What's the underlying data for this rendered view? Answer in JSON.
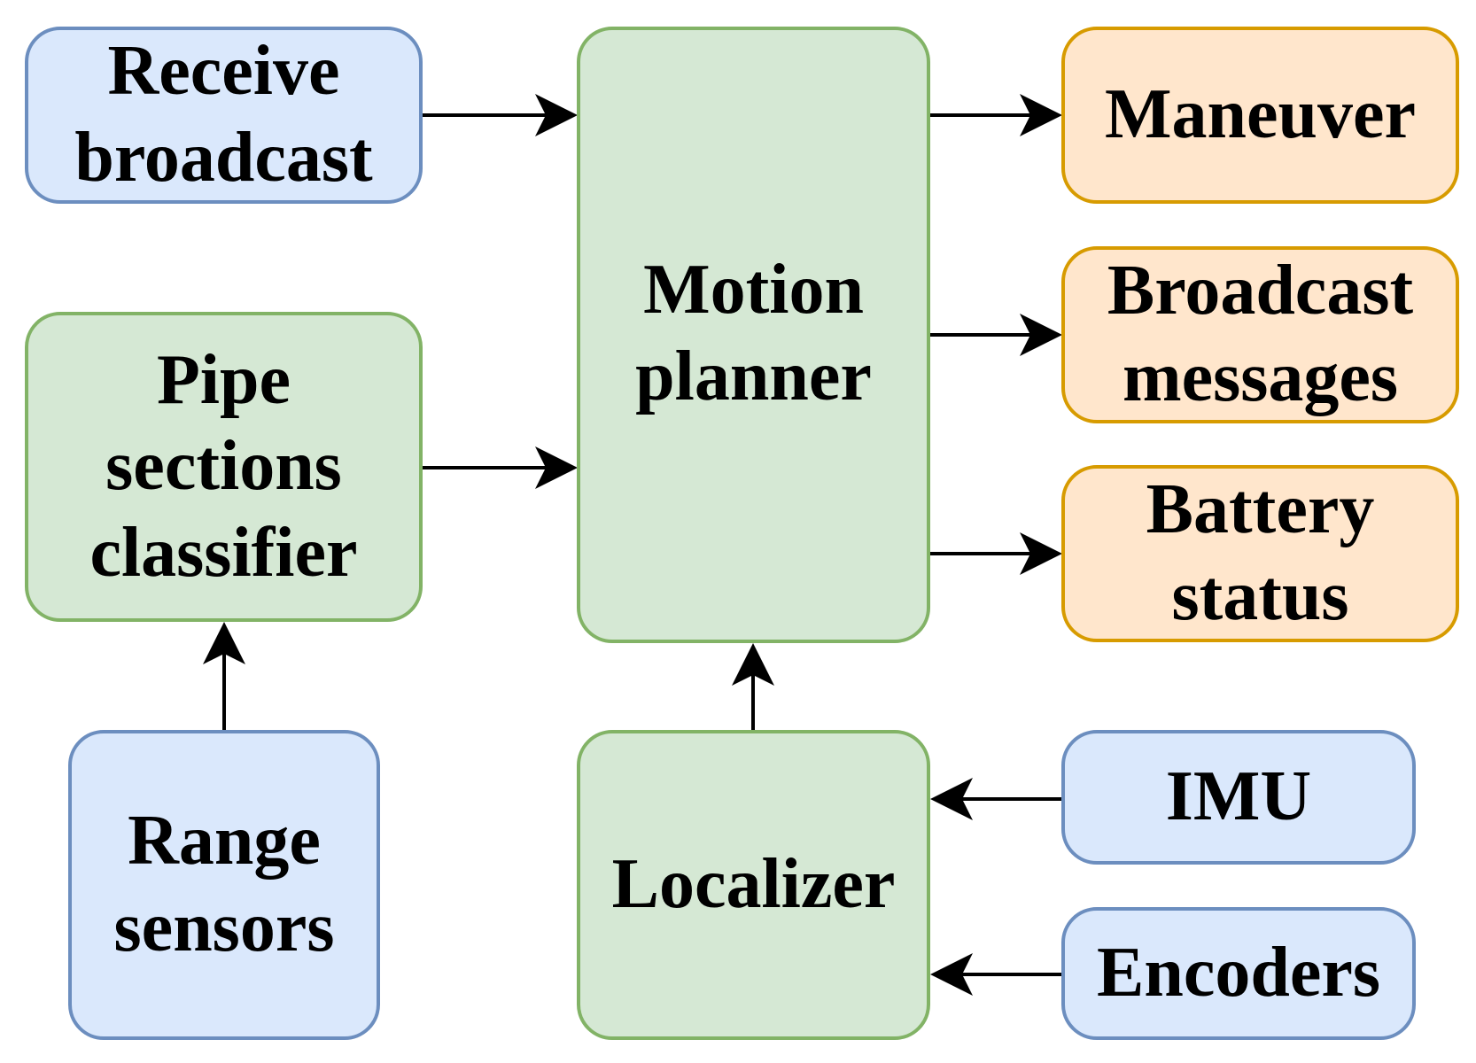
{
  "colors": {
    "input_fill": "#dae8fc",
    "input_stroke": "#6c8ebf",
    "process_fill": "#d5e8d4",
    "process_stroke": "#82b366",
    "output_fill": "#ffe6cc",
    "output_stroke": "#d79b00",
    "edge": "#000000"
  },
  "nodes": {
    "receive_broadcast": "Receive\nbroadcast",
    "pipe_classifier": "Pipe\nsections\nclassifier",
    "range_sensors": "Range\nsensors",
    "motion_planner": "Motion\nplanner",
    "localizer": "Localizer",
    "maneuver": "Maneuver",
    "broadcast_messages": "Broadcast\nmessages",
    "battery_status": "Battery\nstatus",
    "imu": "IMU",
    "encoders": "Encoders"
  },
  "edges": [
    {
      "from": "receive_broadcast",
      "to": "motion_planner"
    },
    {
      "from": "pipe_classifier",
      "to": "motion_planner"
    },
    {
      "from": "range_sensors",
      "to": "pipe_classifier"
    },
    {
      "from": "localizer",
      "to": "motion_planner"
    },
    {
      "from": "motion_planner",
      "to": "maneuver"
    },
    {
      "from": "motion_planner",
      "to": "broadcast_messages"
    },
    {
      "from": "motion_planner",
      "to": "battery_status"
    },
    {
      "from": "imu",
      "to": "localizer"
    },
    {
      "from": "encoders",
      "to": "localizer"
    }
  ]
}
